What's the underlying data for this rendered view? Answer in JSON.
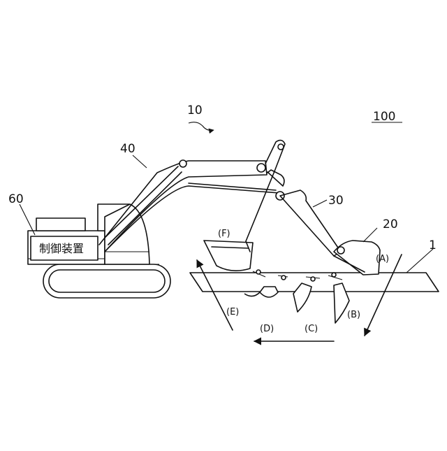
{
  "labels": {
    "system": "100",
    "excavator": "10",
    "bucket": "20",
    "arm": "30",
    "boom": "40",
    "controller_ref": "60",
    "ground": "1",
    "controller_text": "制御装置"
  },
  "positions": [
    "(A)",
    "(B)",
    "(C)",
    "(D)",
    "(E)",
    "(F)"
  ]
}
